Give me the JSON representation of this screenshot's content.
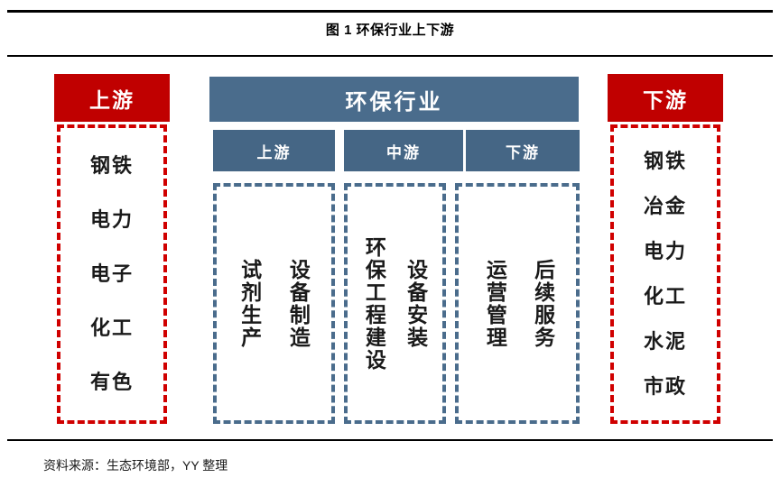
{
  "figure": {
    "title": "图 1 环保行业上下游",
    "source_note": "资料来源：生态环境部，YY 整理"
  },
  "colors": {
    "red": "#C00000",
    "red_dash": "#D00000",
    "blue": "#4A6C8C",
    "blue_sub": "#456685",
    "rule": "#000000",
    "text": "#1a1a1a"
  },
  "upstream_column": {
    "header": "上游",
    "items": [
      "钢铁",
      "电力",
      "电子",
      "化工",
      "有色"
    ]
  },
  "downstream_column": {
    "header": "下游",
    "items": [
      "钢铁",
      "冶金",
      "电力",
      "化工",
      "水泥",
      "市政"
    ]
  },
  "industry_center": {
    "header": "环保行业",
    "groups": [
      {
        "label": "上游",
        "items": [
          "试剂生产",
          "设备制造"
        ]
      },
      {
        "label": "中游",
        "items": [
          "环保工程建设",
          "设备安装"
        ]
      },
      {
        "label": "下游",
        "items": [
          "运营管理",
          "后续服务"
        ]
      }
    ]
  }
}
